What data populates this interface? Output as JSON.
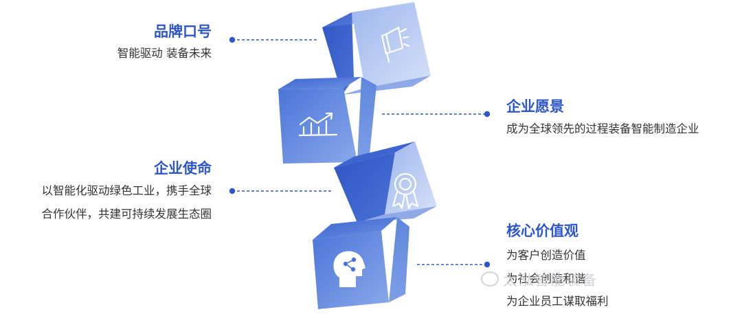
{
  "brand_slogan": {
    "title": "品牌口号",
    "lines": [
      "智能驱动 装备未来"
    ]
  },
  "vision": {
    "title": "企业愿景",
    "lines": [
      "成为全球领先的过程装备智能制造企业"
    ]
  },
  "mission": {
    "title": "企业使命",
    "lines": [
      "以智能化驱动绿色工业，携手全球",
      "合作伙伴，共建可持续发展生态圈"
    ]
  },
  "core_values": {
    "title": "核心价值观",
    "lines": [
      "为客户创造价值",
      "为社会创造和谐",
      "为企业员工谋取福利"
    ]
  },
  "watermark": "太泓智能装备",
  "colors": {
    "accent": "#2d56c8",
    "cube_dark": "#3259c9",
    "cube_mid": "#5f86dd",
    "cube_light": "#c7d6f4",
    "text": "#333333"
  },
  "icons": [
    "megaphone-icon",
    "growth-chart-icon",
    "award-medal-icon",
    "head-network-icon"
  ]
}
